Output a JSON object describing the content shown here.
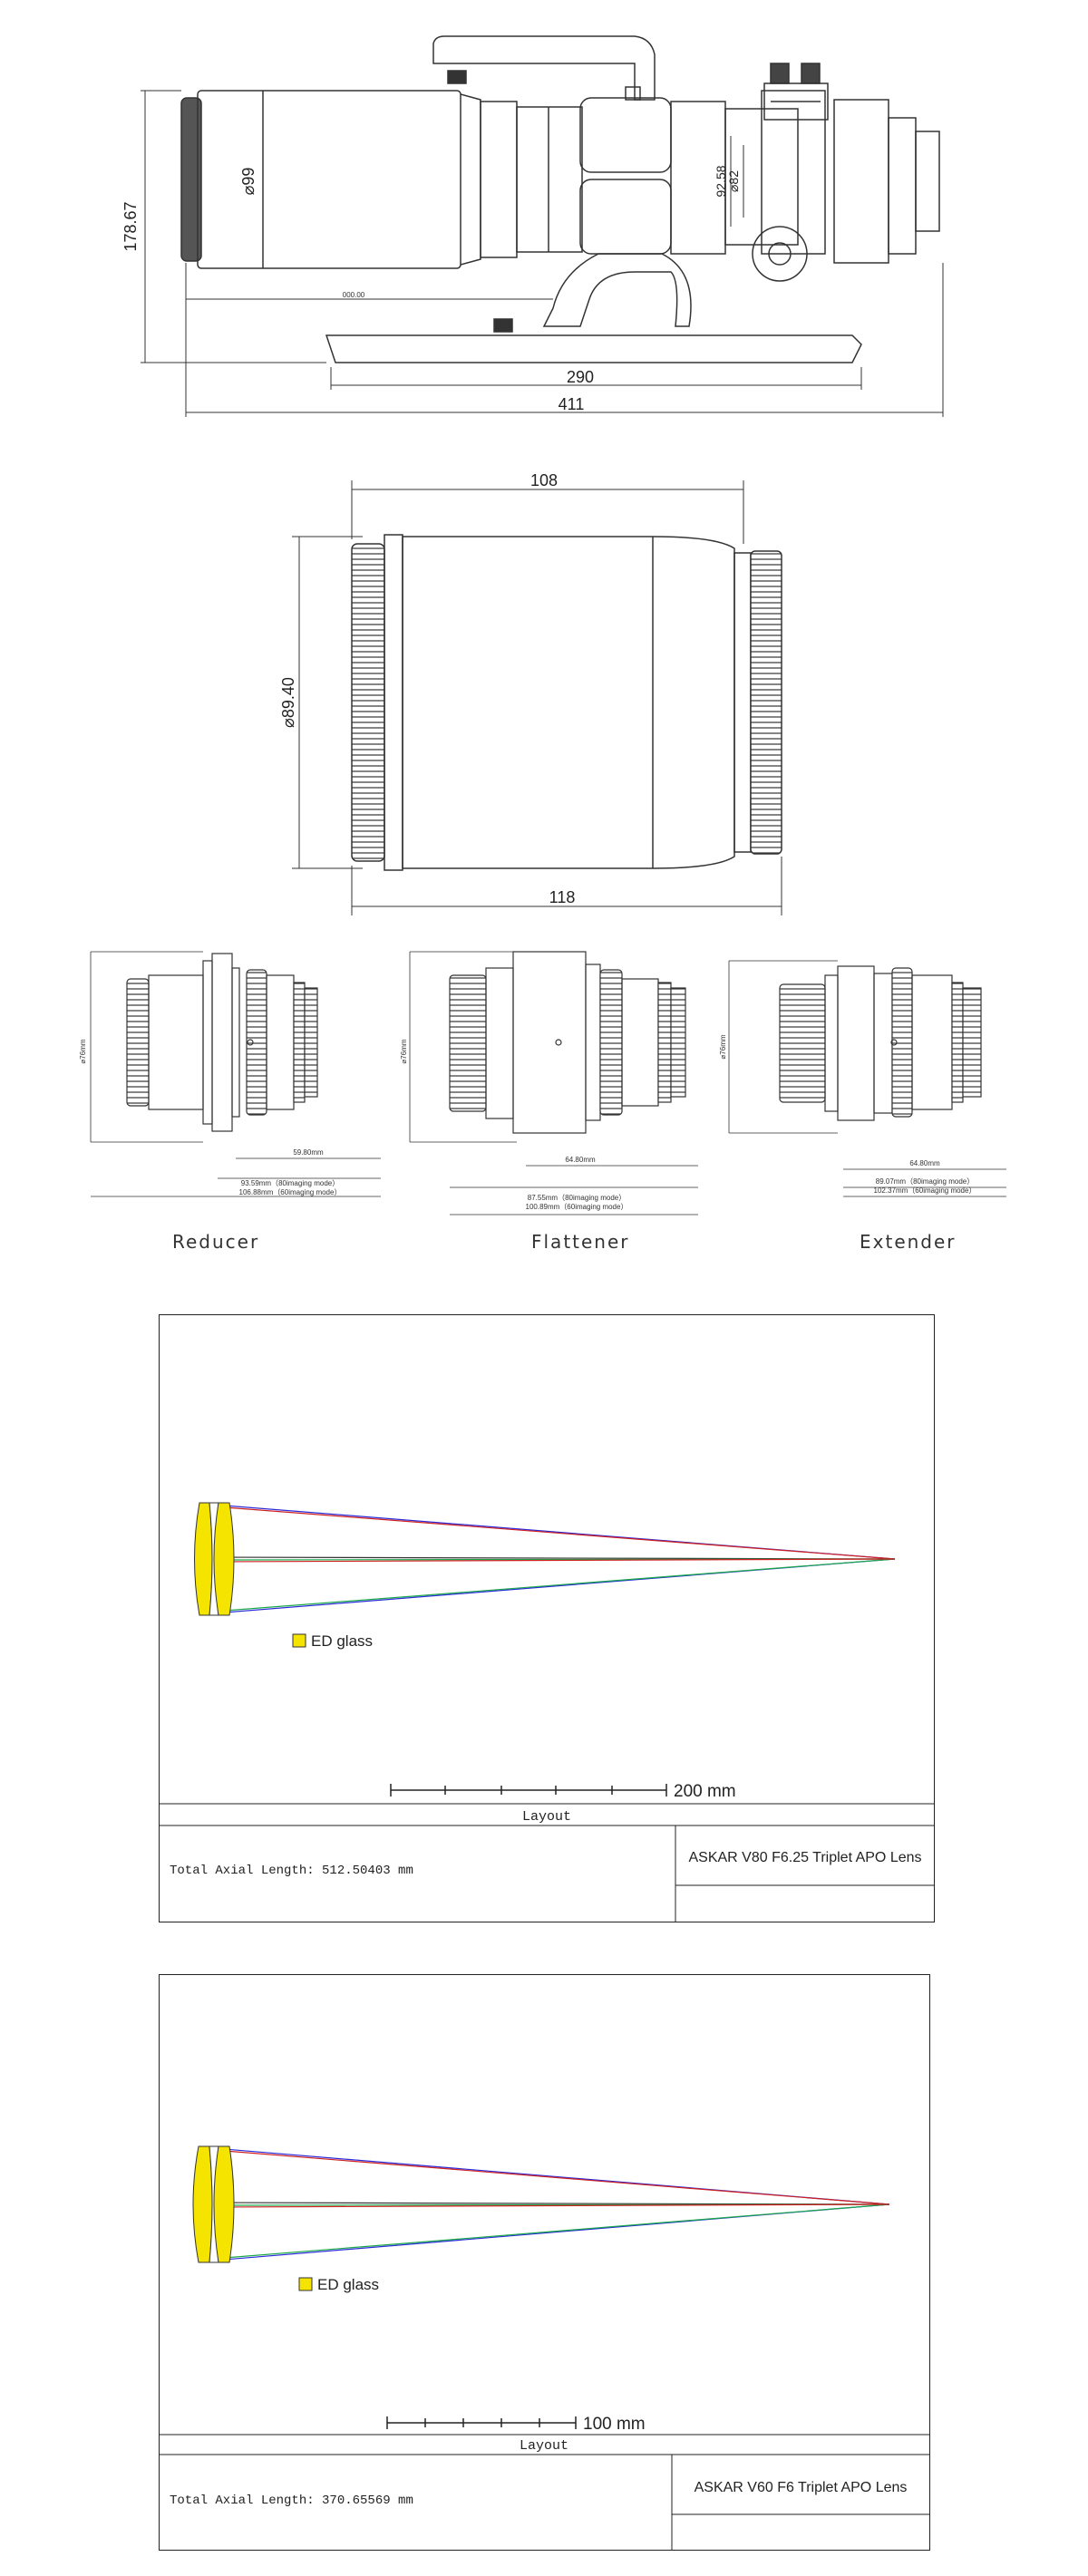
{
  "telescope": {
    "dims": {
      "height": "178.67",
      "tube_dia": "⌀99",
      "length_total": "411",
      "length_rail": "290",
      "focuser_dia1": "92.58",
      "focuser_dia2": "⌀82",
      "small": "000.00"
    }
  },
  "tube": {
    "dims": {
      "body_len": "108",
      "total_len": "118",
      "dia": "⌀89.40"
    }
  },
  "accessories": [
    {
      "label": "Reducer",
      "dia": "⌀76mm",
      "d1": "59.80mm",
      "d2": "93.59mm（80imaging mode）",
      "d3": "106.88mm（60imaging mode）"
    },
    {
      "label": "Flattener",
      "dia": "⌀76mm",
      "d1": "64.80mm",
      "d2": "87.55mm（80imaging mode）",
      "d3": "100.89mm（60imaging mode）"
    },
    {
      "label": "Extender",
      "dia": "⌀76mm",
      "d1": "64.80mm",
      "d2": "89.07mm（80imaging mode）",
      "d3": "102.37mm（60imaging mode）"
    }
  ],
  "layouts": [
    {
      "scale": "200 mm",
      "ed_label": "ED glass",
      "layout_label": "Layout",
      "axial": "Total Axial Length:  512.50403 mm",
      "name": "ASKAR V80 F6.25 Triplet APO Lens"
    },
    {
      "scale": "100 mm",
      "ed_label": "ED glass",
      "layout_label": "Layout",
      "axial": "Total Axial Length:  370.65569 mm",
      "name": "ASKAR V60 F6 Triplet APO Lens"
    }
  ],
  "colors": {
    "ed_yellow": "#f5e400",
    "ray_blue": "#2b2bd8",
    "ray_green": "#1aa84a",
    "ray_red": "#d02020"
  }
}
